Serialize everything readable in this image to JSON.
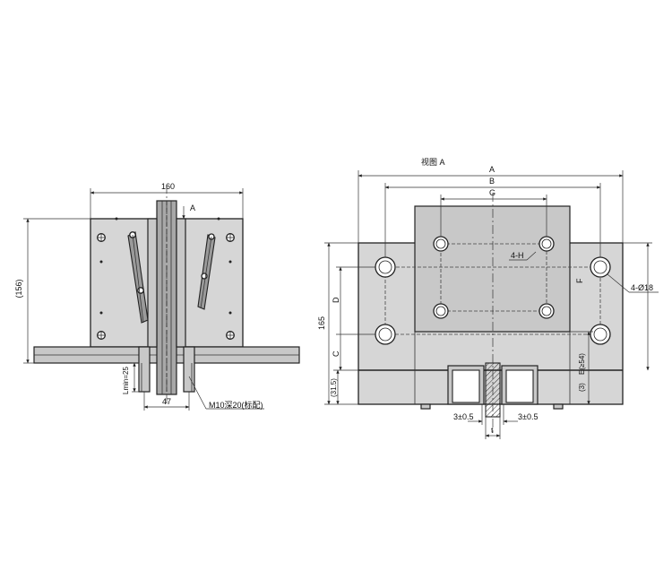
{
  "left_view": {
    "width_dim": "160",
    "height_dim": "(156)",
    "view_marker": "A",
    "lmin_dim": "Lmin=25",
    "gap_dim": "47",
    "thread_note": "M10深20(标配)"
  },
  "right_view": {
    "title": "视图 A",
    "dim_a": "A",
    "dim_b": "B",
    "dim_g": "G",
    "dim_d": "D",
    "dim_c": "C",
    "dim_165": "165",
    "dim_31_5": "(31.5)",
    "dim_f": "F",
    "dim_e": "E(≥54)",
    "dim_3": "(3)",
    "hole_4h": "4-H",
    "hole_4d18": "4-Ø18",
    "tol_left": "3±0.5",
    "tol_right": "3±0.5",
    "dim_t": "t"
  }
}
